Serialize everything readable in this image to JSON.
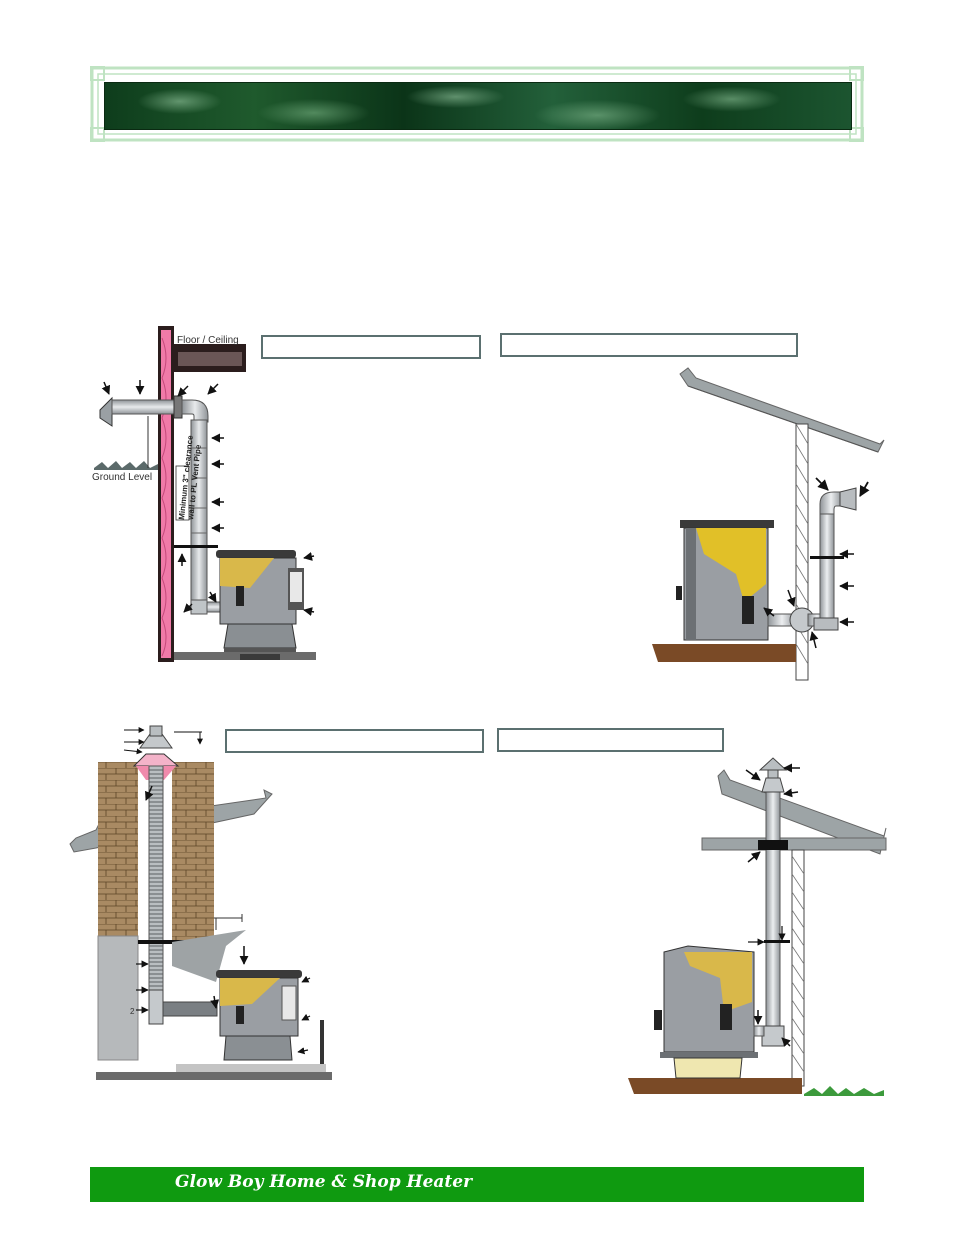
{
  "footer": {
    "title": "Glow Boy  Home & Shop Heater"
  },
  "diagram_1": {
    "floor_ceiling_label": "Floor / Ceiling",
    "ground_level_label": "Ground Level",
    "clearance_line_1": "Minimum 3\" clearance",
    "clearance_line_2": "wall to PL Vent Pipe"
  },
  "diagram_3": {
    "callout_number": "2"
  },
  "colors": {
    "footer_green": "#0f9a10",
    "banner_dark_green": "#0e3d1c",
    "frame_light_green": "#bfe3c2",
    "insulation_pink": "#f07aa8",
    "brick": "#a98a63",
    "heater_yellow": "#d9b84a",
    "floor_brown": "#7a4a26",
    "caption_box_border": "#5b7070"
  }
}
